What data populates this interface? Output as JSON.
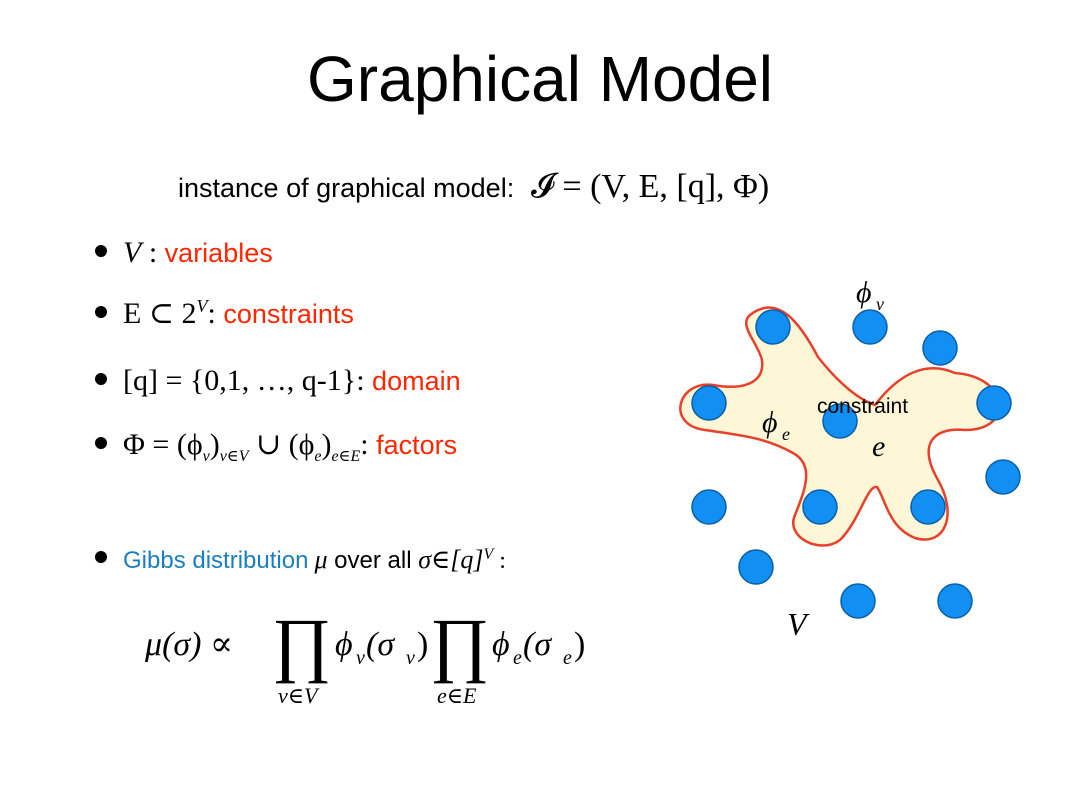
{
  "slide": {
    "title": "Graphical Model",
    "subtitle_label": "instance of graphical model:",
    "subtitle_math": "𝓘 = (V, E, [q], Φ)",
    "bullets": [
      {
        "math": "V",
        "sep": " : ",
        "label": "variables"
      },
      {
        "math": "E ⊂ 2",
        "sup": "V",
        "sep": ": ",
        "label": "constraints"
      },
      {
        "math": "[q] = {0,1, …, q-1}",
        "sep": ": ",
        "label": "domain"
      },
      {
        "math": "Φ = (ϕ",
        "sub1": "v",
        "mid": ")",
        "sub2": "v∈V",
        "mid2": " ∪ (ϕ",
        "sub3": "e",
        "mid3": ")",
        "sub4": "e∈E",
        "sep": ":  ",
        "label": "factors"
      }
    ],
    "gibbs": {
      "label": "Gibbs distribution",
      "mu": "μ",
      "over": " over all ",
      "sigma": "σ∈[q]",
      "sup": "V",
      "colon": " :"
    },
    "formula": {
      "lhs": "μ(σ) ∝",
      "prod1_term": "ϕ",
      "prod1_sub": "v",
      "prod1_arg": "(σ",
      "prod1_arg_sub": "v",
      "prod1_close": ")",
      "prod1_index": "v∈V",
      "prod2_term": "ϕ",
      "prod2_sub": "e",
      "prod2_arg": "(σ",
      "prod2_arg_sub": "e",
      "prod2_close": ")",
      "prod2_index": "e∈E",
      "product_symbol": "∏"
    },
    "diagram": {
      "phi_v_label": "ϕ",
      "phi_v_sub": "v",
      "phi_e_label": "ϕ",
      "phi_e_sub": "e",
      "constraint_label": "constraint",
      "e_label": "e",
      "V_label": "V",
      "node_color": "#118ff2",
      "region_fill": "#fdf7d7",
      "region_stroke": "#e8402a"
    }
  }
}
